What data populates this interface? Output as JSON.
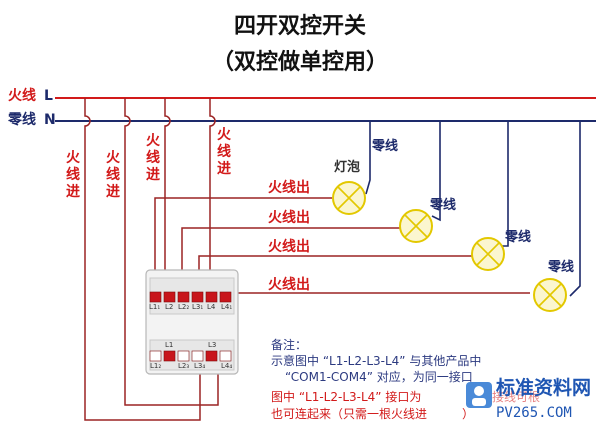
{
  "title": {
    "line1": "四开双控开关",
    "line2": "（双控做单控用）"
  },
  "bus": {
    "live_label": "火线",
    "live_letter": "L",
    "neutral_label": "零线",
    "neutral_letter": "N"
  },
  "wires": {
    "live_in": [
      "火线进",
      "火线进",
      "火线进",
      "火线进"
    ],
    "live_out": [
      "火线出",
      "火线出",
      "火线出",
      "火线出"
    ],
    "neutral": [
      "零线",
      "零线",
      "零线",
      "零线"
    ],
    "bulb_label": "灯泡"
  },
  "switch": {
    "top_terminals": [
      "L1₁",
      "L2",
      "L2₂",
      "L3₁",
      "L4",
      "L4₁"
    ],
    "bottom_terminals": [
      "L1",
      "L3"
    ],
    "bottom_sub_labels": [
      "L1₂",
      "L2₃",
      "L3₄",
      "L4₄"
    ]
  },
  "note": {
    "heading": "备注：",
    "line1": "示意图中 “L1-L2-L3-L4” 与其他产品中",
    "line2": "“COM1-COM4” 对应，为同一接口",
    "line3_a": "图中 “L1-L2-L3-L4” 接口为",
    "line3_b": "接线可根",
    "line4": "也可连起来（只需一根火线进",
    "line4_b": "）"
  },
  "watermark": {
    "text": "标准资料网",
    "url": "PV265.COM"
  },
  "colors": {
    "live": "#d21a1a",
    "neutral": "#1d2a6b",
    "wire": "#9c2424",
    "bulb_fill": "#fbf6cf",
    "bulb_stroke": "#e3c800"
  }
}
